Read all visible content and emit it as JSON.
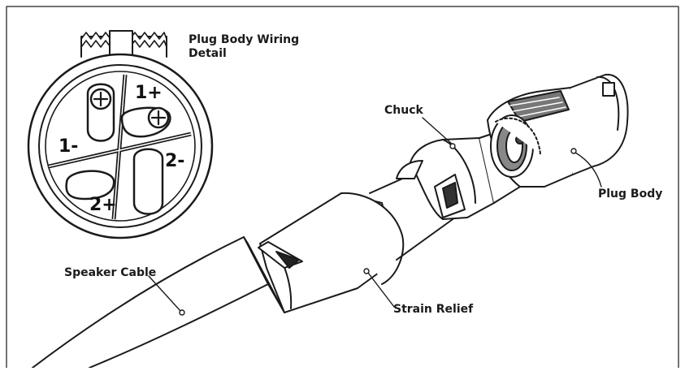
{
  "detail": {
    "title_line1": "Plug Body Wiring",
    "title_line2": "Detail",
    "pins": {
      "p1n": "1-",
      "p1p": "1+",
      "p2n": "2-",
      "p2p": "2+"
    }
  },
  "labels": {
    "chuck": "Chuck",
    "plug_body": "Plug Body",
    "speaker_cable": "Speaker Cable",
    "strain_relief": "Strain Relief"
  },
  "colors": {
    "line": "#1a1a1a",
    "fill": "#ffffff",
    "frame": "#444444"
  }
}
